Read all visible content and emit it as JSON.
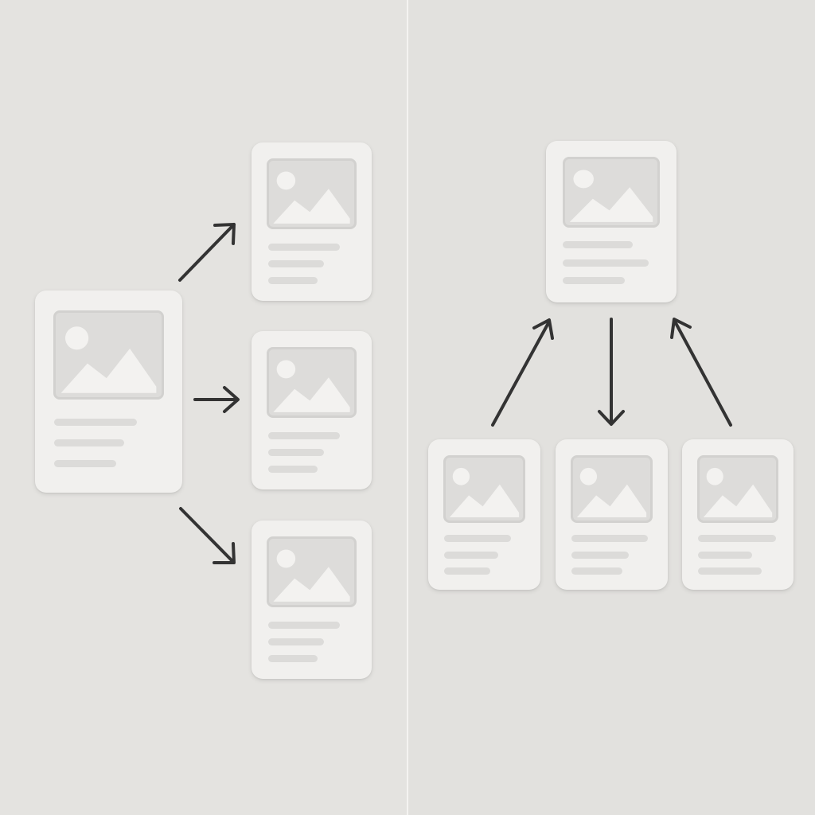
{
  "diagram": {
    "panels": [
      "fan-out",
      "fan-in"
    ],
    "left": {
      "source": "card-left-source",
      "targets": [
        "card-left-top",
        "card-left-middle",
        "card-left-bottom"
      ]
    },
    "right": {
      "hub": "card-right-top",
      "nodes": [
        "card-right-1",
        "card-right-2",
        "card-right-3"
      ],
      "arrows": [
        {
          "from": "card-right-1",
          "to": "card-right-top"
        },
        {
          "from": "card-right-top",
          "to": "card-right-2"
        },
        {
          "from": "card-right-3",
          "to": "card-right-top"
        }
      ]
    },
    "colors": {
      "background": "#e3e2df",
      "card": "#f1f0ee",
      "placeholder": "#dddcda",
      "arrow": "#333333"
    },
    "icons": [
      "image-placeholder-icon"
    ]
  }
}
